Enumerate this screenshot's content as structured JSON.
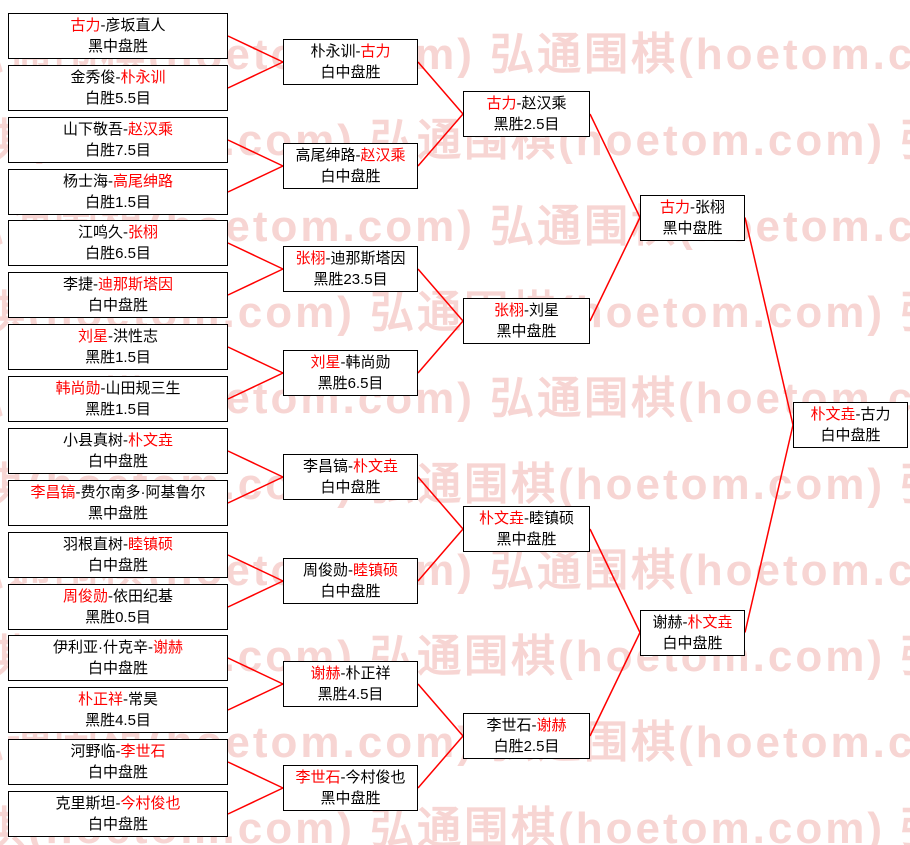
{
  "watermark": {
    "text": "弘通围棋(hoetom.com)",
    "color": "#f7d5d3"
  },
  "colors": {
    "line": "#ff0000",
    "winner": "#ff0000",
    "text": "#000000",
    "box_border": "#000000",
    "box_bg": "#ffffff"
  },
  "bracket": {
    "rounds": [
      {
        "name": "round-1",
        "matches": [
          {
            "player1": "古力",
            "player2": "彦坂直人",
            "winner": 1,
            "result": "黑中盘胜"
          },
          {
            "player1": "金秀俊",
            "player2": "朴永训",
            "winner": 2,
            "result": "白胜5.5目"
          },
          {
            "player1": "山下敬吾",
            "player2": "赵汉乘",
            "winner": 2,
            "result": "白胜7.5目"
          },
          {
            "player1": "杨士海",
            "player2": "高尾绅路",
            "winner": 2,
            "result": "白胜1.5目"
          },
          {
            "player1": "江鸣久",
            "player2": "张栩",
            "winner": 2,
            "result": "白胜6.5目"
          },
          {
            "player1": "李捷",
            "player2": "迪那斯塔因",
            "winner": 2,
            "result": "白中盘胜"
          },
          {
            "player1": "刘星",
            "player2": "洪性志",
            "winner": 1,
            "result": "黑胜1.5目"
          },
          {
            "player1": "韩尚勋",
            "player2": "山田规三生",
            "winner": 1,
            "result": "黑胜1.5目"
          },
          {
            "player1": "小县真树",
            "player2": "朴文垚",
            "winner": 2,
            "result": "白中盘胜"
          },
          {
            "player1": "李昌镐",
            "player2": "费尔南多·阿基鲁尔",
            "winner": 1,
            "result": "黑中盘胜"
          },
          {
            "player1": "羽根直树",
            "player2": "睦镇硕",
            "winner": 2,
            "result": "白中盘胜"
          },
          {
            "player1": "周俊勋",
            "player2": "依田纪基",
            "winner": 1,
            "result": "黑胜0.5目"
          },
          {
            "player1": "伊利亚·什克辛",
            "player2": "谢赫",
            "winner": 2,
            "result": "白中盘胜"
          },
          {
            "player1": "朴正祥",
            "player2": "常昊",
            "winner": 1,
            "result": "黑胜4.5目"
          },
          {
            "player1": "河野临",
            "player2": "李世石",
            "winner": 2,
            "result": "白中盘胜"
          },
          {
            "player1": "克里斯坦",
            "player2": "今村俊也",
            "winner": 2,
            "result": "白中盘胜"
          }
        ]
      },
      {
        "name": "round-2",
        "matches": [
          {
            "player1": "朴永训",
            "player2": "古力",
            "winner": 2,
            "result": "白中盘胜"
          },
          {
            "player1": "高尾绅路",
            "player2": "赵汉乘",
            "winner": 2,
            "result": "白中盘胜"
          },
          {
            "player1": "张栩",
            "player2": "迪那斯塔因",
            "winner": 1,
            "result": "黑胜23.5目"
          },
          {
            "player1": "刘星",
            "player2": "韩尚勋",
            "winner": 1,
            "result": "黑胜6.5目"
          },
          {
            "player1": "李昌镐",
            "player2": "朴文垚",
            "winner": 2,
            "result": "白中盘胜"
          },
          {
            "player1": "周俊勋",
            "player2": "睦镇硕",
            "winner": 2,
            "result": "白中盘胜"
          },
          {
            "player1": "谢赫",
            "player2": "朴正祥",
            "winner": 1,
            "result": "黑胜4.5目"
          },
          {
            "player1": "李世石",
            "player2": "今村俊也",
            "winner": 1,
            "result": "黑中盘胜"
          }
        ]
      },
      {
        "name": "quarterfinals",
        "matches": [
          {
            "player1": "古力",
            "player2": "赵汉乘",
            "winner": 1,
            "result": "黑胜2.5目"
          },
          {
            "player1": "张栩",
            "player2": "刘星",
            "winner": 1,
            "result": "黑中盘胜"
          },
          {
            "player1": "朴文垚",
            "player2": "睦镇硕",
            "winner": 1,
            "result": "黑中盘胜"
          },
          {
            "player1": "李世石",
            "player2": "谢赫",
            "winner": 2,
            "result": "白胜2.5目"
          }
        ]
      },
      {
        "name": "semifinals",
        "matches": [
          {
            "player1": "古力",
            "player2": "张栩",
            "winner": 1,
            "result": "黑中盘胜"
          },
          {
            "player1": "谢赫",
            "player2": "朴文垚",
            "winner": 2,
            "result": "白中盘胜"
          }
        ]
      },
      {
        "name": "final",
        "matches": [
          {
            "player1": "朴文垚",
            "player2": "古力",
            "winner": 1,
            "result": "白中盘胜"
          }
        ]
      }
    ]
  }
}
